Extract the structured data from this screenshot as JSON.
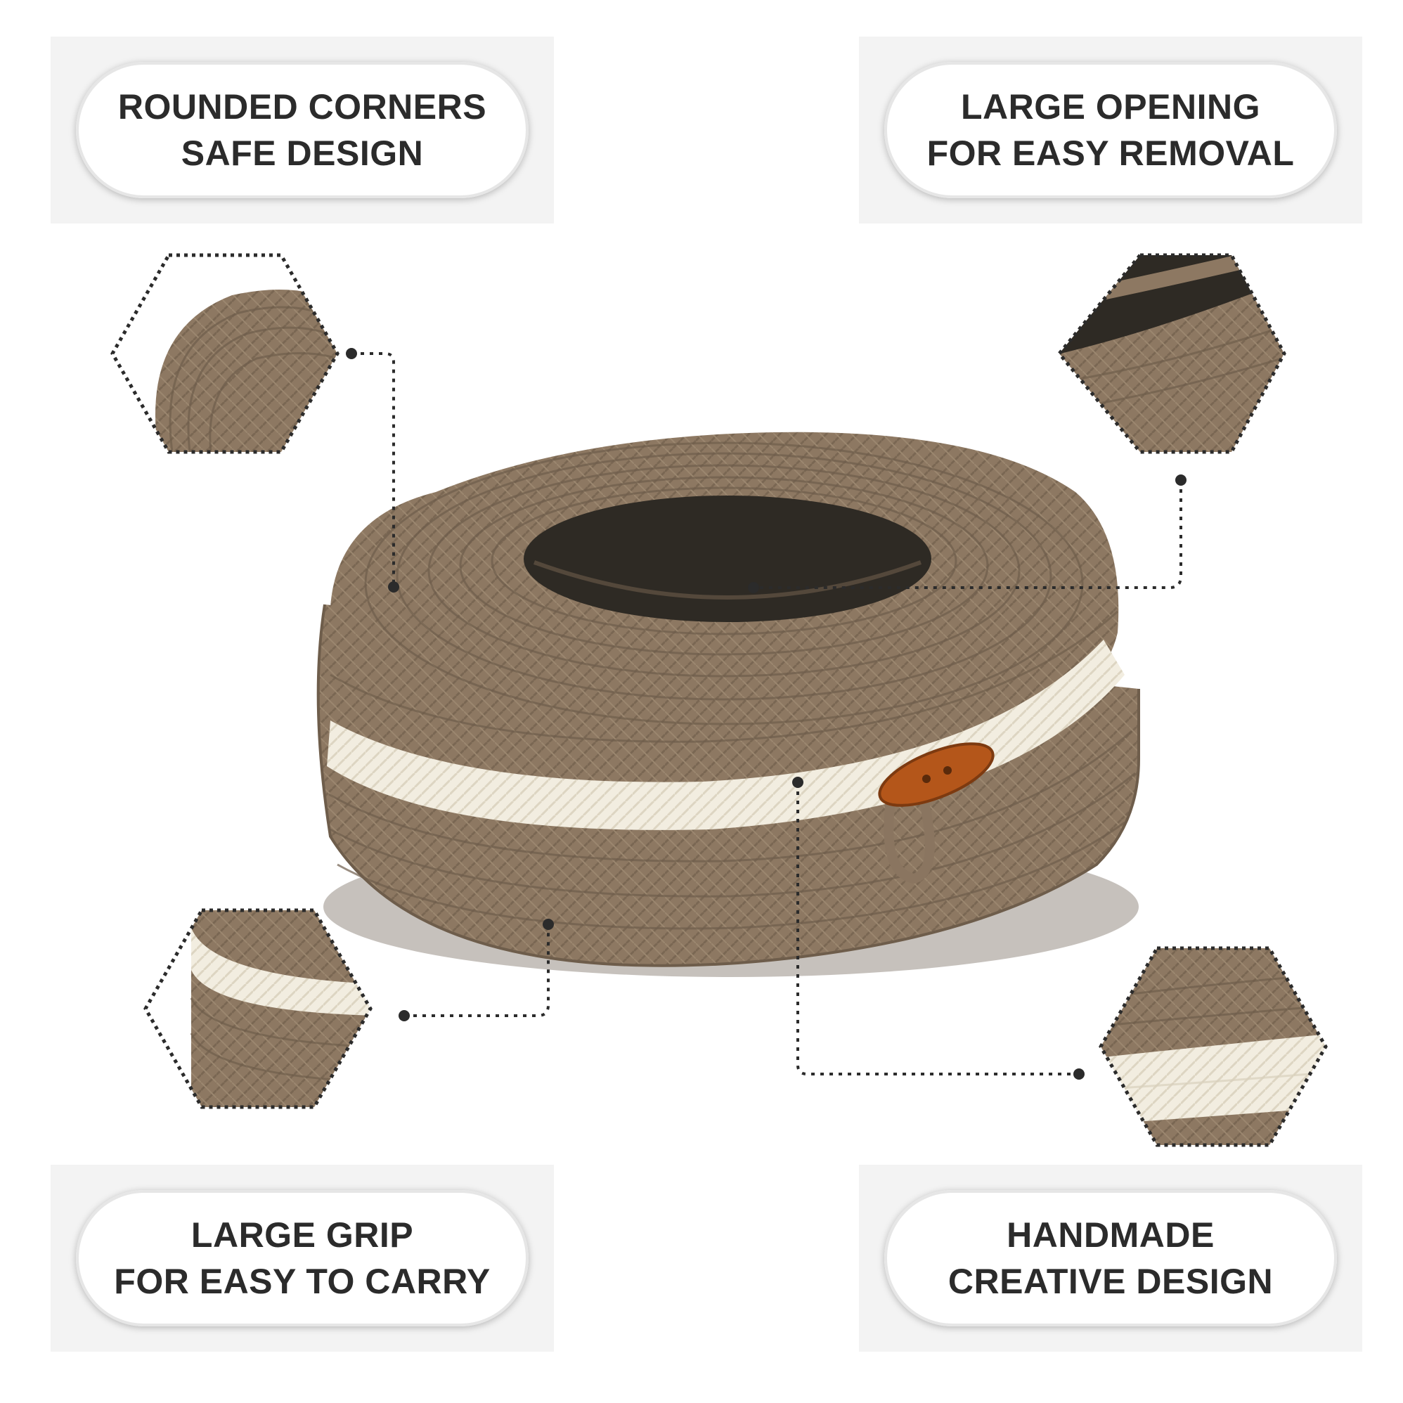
{
  "features": {
    "top_left": {
      "line1": "ROUNDED CORNERS",
      "line2": "SAFE DESIGN"
    },
    "top_right": {
      "line1": "LARGE OPENING",
      "line2": "FOR EASY REMOVAL"
    },
    "bottom_left": {
      "line1": "LARGE GRIP",
      "line2": "FOR EASY TO CARRY"
    },
    "bottom_right": {
      "line1": "HANDMADE",
      "line2": "CREATIVE DESIGN"
    }
  },
  "colors": {
    "rope": "#8d7862",
    "rope_dark": "#6e5d4b",
    "stripe": "#f2ede0",
    "opening": "#2e2a24",
    "button": "#b4561a",
    "text": "#2b2b2b",
    "panel": "#f3f3f3"
  }
}
